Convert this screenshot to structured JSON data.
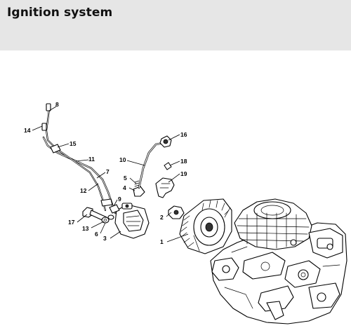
{
  "header": {
    "title": "Ignition system"
  },
  "callouts": [
    {
      "id": "c1",
      "text": "1"
    },
    {
      "id": "c2",
      "text": "2"
    },
    {
      "id": "c3",
      "text": "3"
    },
    {
      "id": "c4",
      "text": "4"
    },
    {
      "id": "c5",
      "text": "5"
    },
    {
      "id": "c6",
      "text": "6"
    },
    {
      "id": "c7",
      "text": "7"
    },
    {
      "id": "c8",
      "text": "8"
    },
    {
      "id": "c9",
      "text": "9"
    },
    {
      "id": "c10",
      "text": "10"
    },
    {
      "id": "c11",
      "text": "11"
    },
    {
      "id": "c12",
      "text": "12"
    },
    {
      "id": "c13",
      "text": "13"
    },
    {
      "id": "c14",
      "text": "14"
    },
    {
      "id": "c15",
      "text": "15"
    },
    {
      "id": "c16",
      "text": "16"
    },
    {
      "id": "c17",
      "text": "17"
    },
    {
      "id": "c18",
      "text": "18"
    },
    {
      "id": "c19",
      "text": "19"
    }
  ]
}
